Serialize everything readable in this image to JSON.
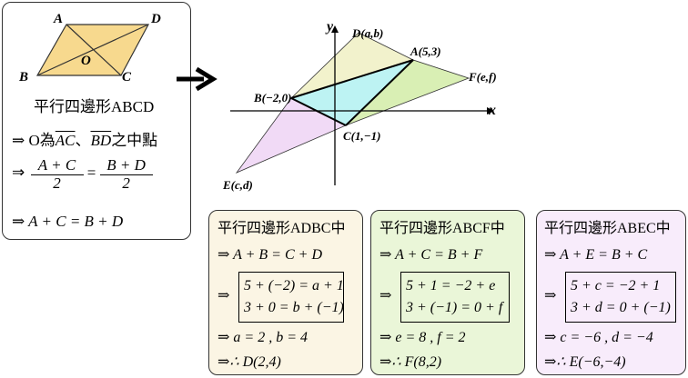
{
  "left_box": {
    "labels": {
      "A": "A",
      "D": "D",
      "B": "B",
      "C": "C",
      "O": "O"
    },
    "title": "平行四邊形ABCD",
    "l1_pre": "⇒ O為",
    "l1_ac": "AC",
    "l1_sep": "、",
    "l1_bd": "BD",
    "l1_post": "之中點",
    "frac_l_num": "A + C",
    "frac_l_den": "2",
    "frac_eq": "=",
    "frac_r_num": "B + D",
    "frac_r_den": "2",
    "l3": "⇒ A + C = B + D"
  },
  "graph": {
    "y_label": "y",
    "x_label": "x",
    "D": "D(a,b)",
    "A": "A(5,3)",
    "F": "F(e,f)",
    "B": "B(−2,0)",
    "C": "C(1,−1)",
    "E": "E(c,d)"
  },
  "box1": {
    "title": "平行四邊形ADBC中",
    "l1": "⇒ A + B = C + D",
    "arrow": "⇒",
    "eq1": "5 + (−2) = a + 1",
    "eq2": "3 + 0 = b + (−1)",
    "l3": "⇒  a = 2 , b = 4",
    "l4": "⇒∴ D(2,4)"
  },
  "box2": {
    "title": "平行四邊形ABCF中",
    "l1": "⇒ A + C = B + F",
    "arrow": "⇒",
    "eq1": "5 + 1 = −2 + e",
    "eq2": "3 + (−1) = 0 + f",
    "l3": "⇒  e = 8 , f = 2",
    "l4": "⇒∴ F(8,2)"
  },
  "box3": {
    "title": "平行四邊形ABEC中",
    "l1": "⇒ A + E = B + C",
    "arrow": "⇒",
    "eq1": "5 + c = −2 + 1",
    "eq2": "3 + d = 0 + (−1)",
    "l3": "⇒  c = −6 , d = −4",
    "l4": "⇒∴ E(−6,−4)"
  },
  "colors": {
    "box1_bg": "#fbf5e4",
    "box2_bg": "#eaf6d8",
    "box3_bg": "#f8ecfb",
    "left_para": "#f7d98e",
    "adbc": "#f2f2cc",
    "abcf": "#d9efb4",
    "abec": "#f1daf6",
    "abc": "#bdf3f3"
  }
}
